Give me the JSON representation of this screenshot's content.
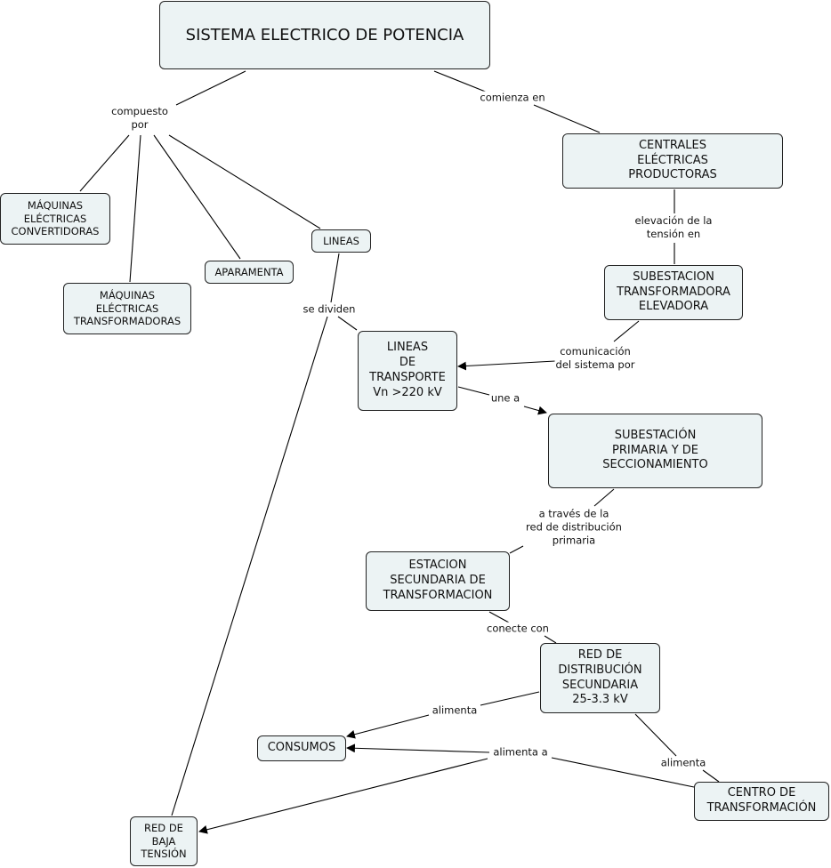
{
  "nodes": {
    "sistema": "SISTEMA ELECTRICO DE POTENCIA",
    "centrales": "CENTRALES\nELÉCTRICAS\nPRODUCTORAS",
    "maq_conv": "MÁQUINAS\nELÉCTRICAS\nCONVERTIDORAS",
    "maq_trans": "MÁQUINAS\nELÉCTRICAS\nTRANSFORMADORAS",
    "aparamenta": "APARAMENTA",
    "lineas": "LINEAS",
    "sub_elev": "SUBESTACION\nTRANSFORMADORA\nELEVADORA",
    "lineas_transp": "LINEAS\nDE\nTRANSPORTE\nVn >220 kV",
    "sub_prim": "SUBESTACIÓN\nPRIMARIA Y DE\nSECCIONAMIENTO",
    "estacion_sec": "ESTACION\nSECUNDARIA DE\nTRANSFORMACION",
    "red_dist": "RED DE\nDISTRIBUCIÓN\nSECUNDARIA\n25-3.3 kV",
    "consumos": "CONSUMOS",
    "centro_trans": "CENTRO DE\nTRANSFORMACIÓN",
    "red_baja": "RED DE\nBAJA\nTENSIÓN"
  },
  "links": {
    "compuesto_por": "compuesto\npor",
    "comienza_en": "comienza en",
    "elevacion": "elevación de la\ntensión en",
    "se_dividen": "se dividen",
    "comunicacion": "comunicación\ndel sistema por",
    "une_a": "une a",
    "a_traves": "a través de la\nred de distribución\nprimaria",
    "conecte_con": "conecte con",
    "alimenta_1": "alimenta",
    "alimenta_a": "alimenta a",
    "alimenta_2": "alimenta"
  }
}
